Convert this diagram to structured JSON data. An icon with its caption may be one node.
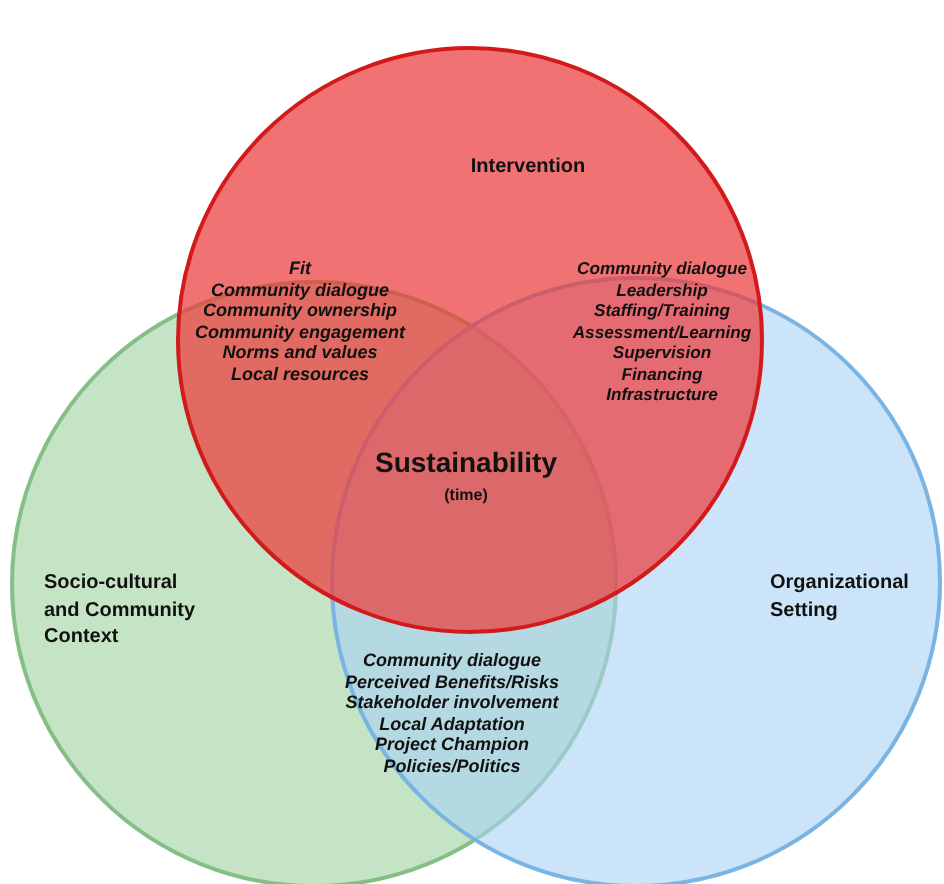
{
  "diagram": {
    "nodes": [
      {
        "text": [
          "Intervention"
        ]
      },
      {
        "text": [
          "Socio-cultural and Community Context"
        ]
      },
      {
        "text": [
          "Organizational Setting"
        ]
      }
    ],
    "labels": [
      "Fit",
      "Community dialogue",
      "Community ownership",
      "Community engagement",
      "Norms and values",
      "Local resources",
      "Community dialogue",
      "Leadership",
      "Staffing/Training",
      "Assessment/Learning",
      "Supervision",
      "Financing",
      "Infrastructure",
      "Sustainability",
      "(time)",
      "Community dialogue",
      "Perceived Benefits/Risks",
      "Stakeholder involvement",
      "Local Adaptation",
      "Project Champion",
      "Policies/Politics"
    ]
  }
}
